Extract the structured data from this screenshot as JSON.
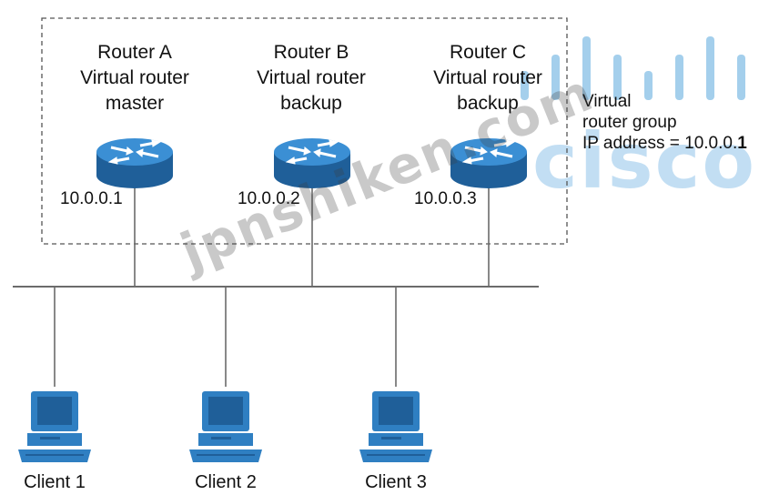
{
  "routers": [
    {
      "name": "Router A",
      "line2": "Virtual router",
      "role": "master",
      "ip": "10.0.0.1"
    },
    {
      "name": "Router B",
      "line2": "Virtual router",
      "role": "backup",
      "ip": "10.0.0.2"
    },
    {
      "name": "Router C",
      "line2": "Virtual router",
      "role": "backup",
      "ip": "10.0.0.3"
    }
  ],
  "group_label": {
    "line1": "Virtual",
    "line2": "router group",
    "line3_prefix": "IP address = 10.0.0.",
    "line3_bold": "1"
  },
  "clients": [
    {
      "label": "Client 1"
    },
    {
      "label": "Client 2"
    },
    {
      "label": "Client 3"
    }
  ],
  "watermark": "jpnshiken.com",
  "logo_text": "cisco",
  "colors": {
    "device_blue": "#2f7fc2",
    "device_dark": "#1f5f99",
    "line": "#6b6b6b",
    "logo": "#5aa9de"
  }
}
